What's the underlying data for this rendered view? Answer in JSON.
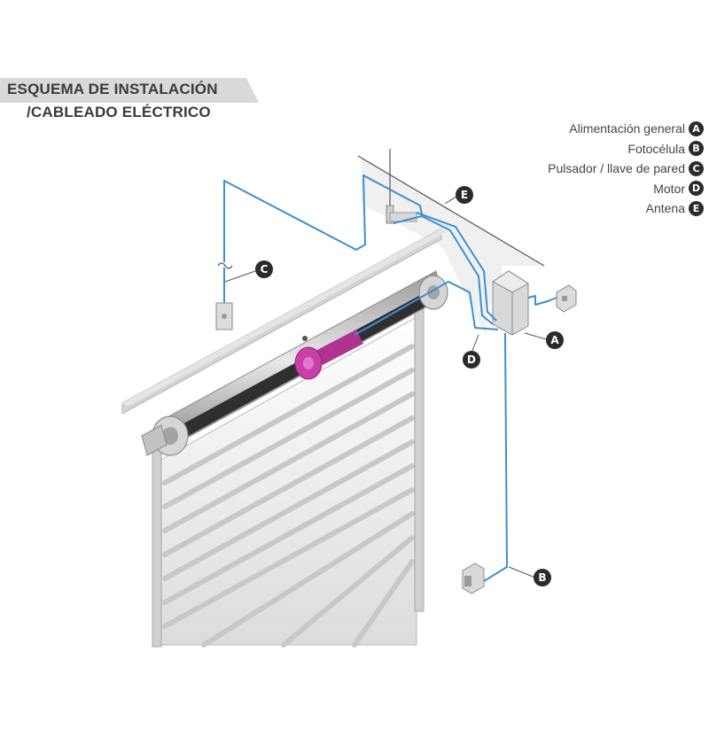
{
  "title": {
    "line1": "ESQUEMA DE INSTALACIÓN",
    "line2": "/CABLEADO ELÉCTRICO"
  },
  "legend": [
    {
      "label": "Alimentación general",
      "key": "A"
    },
    {
      "label": "Fotocélula",
      "key": "B"
    },
    {
      "label": "Pulsador / llave de pared",
      "key": "C"
    },
    {
      "label": "Motor",
      "key": "D"
    },
    {
      "label": "Antena",
      "key": "E"
    }
  ],
  "callouts": {
    "a": "A",
    "b": "B",
    "c": "C",
    "d": "D",
    "e": "E"
  },
  "colors": {
    "wire": "#3d8fd0",
    "motor": "#c83fa8",
    "badge": "#2b2b2b",
    "title_band": "#d9d9d9"
  }
}
